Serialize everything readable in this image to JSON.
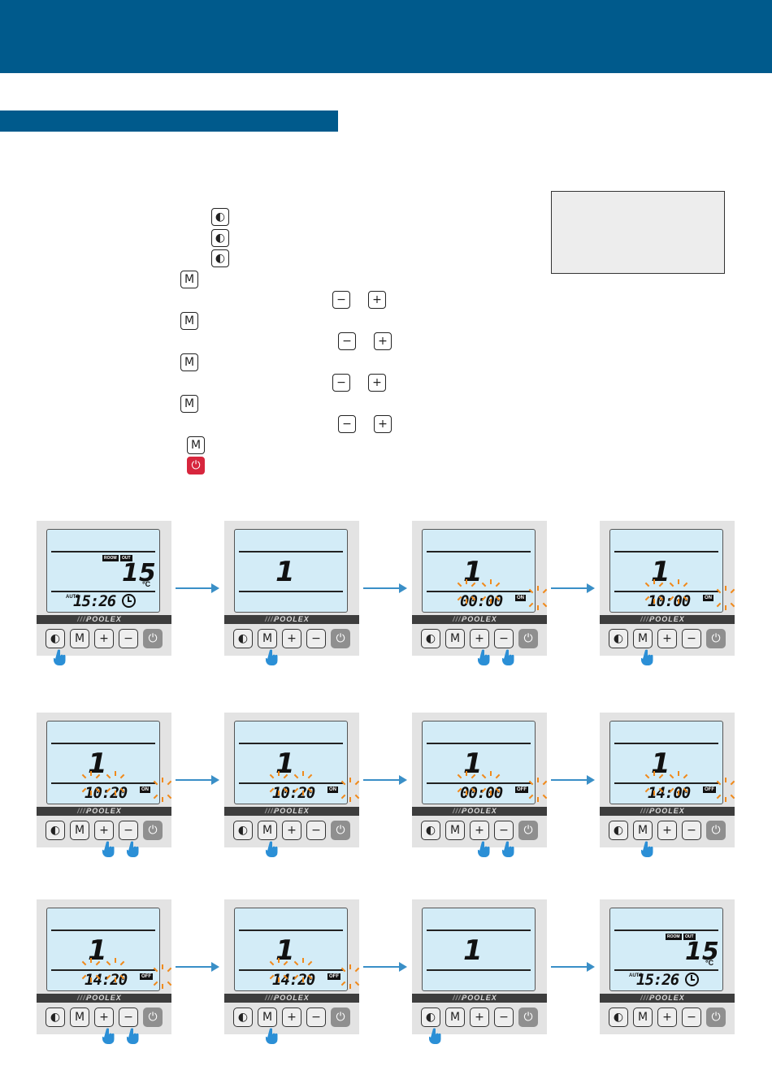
{
  "instructions": {
    "mode_symbol": "◐",
    "menu_symbol": "M",
    "minus_symbol": "−",
    "plus_symbol": "+",
    "power_symbol": "⏻"
  },
  "panels": [
    {
      "id": "p1",
      "room_tag": "ROOM",
      "out_tag": "OUT",
      "temperature": "15",
      "unit": "°C",
      "auto_label": "AUTO",
      "time": "15:26"
    },
    {
      "id": "p2",
      "program_number": "1"
    },
    {
      "id": "p3",
      "program_number": "1",
      "time": "00:00",
      "status": "ON"
    },
    {
      "id": "p4",
      "program_number": "1",
      "time": "10:00",
      "status": "ON"
    },
    {
      "id": "p5",
      "program_number": "1",
      "time": "10:20",
      "status": "ON"
    },
    {
      "id": "p6",
      "program_number": "1",
      "time": "10:20",
      "status": "ON"
    },
    {
      "id": "p7",
      "program_number": "1",
      "time": "00:00",
      "status": "OFF"
    },
    {
      "id": "p8",
      "program_number": "1",
      "time": "14:00",
      "status": "OFF"
    },
    {
      "id": "p9",
      "program_number": "1",
      "time": "14:20",
      "status": "OFF"
    },
    {
      "id": "p10",
      "program_number": "1",
      "time": "14:20",
      "status": "OFF"
    },
    {
      "id": "p11",
      "program_number": "1"
    },
    {
      "id": "p12",
      "room_tag": "ROOM",
      "out_tag": "OUT",
      "temperature": "15",
      "unit": "°C",
      "auto_label": "AUTO",
      "time": "15:26"
    }
  ],
  "brand": "POOLEX",
  "keypad": {
    "mode": "◐",
    "menu": "M",
    "plus": "+",
    "minus": "−",
    "power": "⏻"
  }
}
